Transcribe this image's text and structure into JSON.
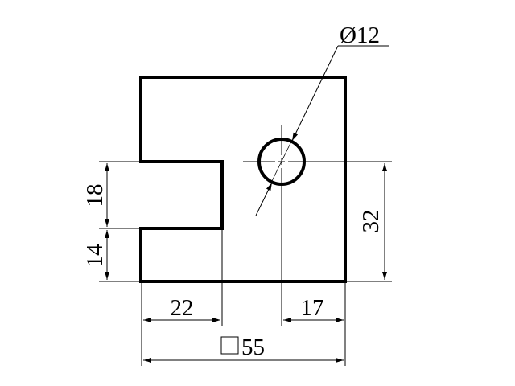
{
  "drawing": {
    "dimensions": {
      "slot_height": "18",
      "bottom_height": "14",
      "hole_height": "32",
      "slot_depth": "22",
      "hole_offset": "17",
      "overall": "55",
      "hole_diameter": "Ø12"
    },
    "colors": {
      "line": "#000000",
      "background": "#ffffff"
    }
  }
}
